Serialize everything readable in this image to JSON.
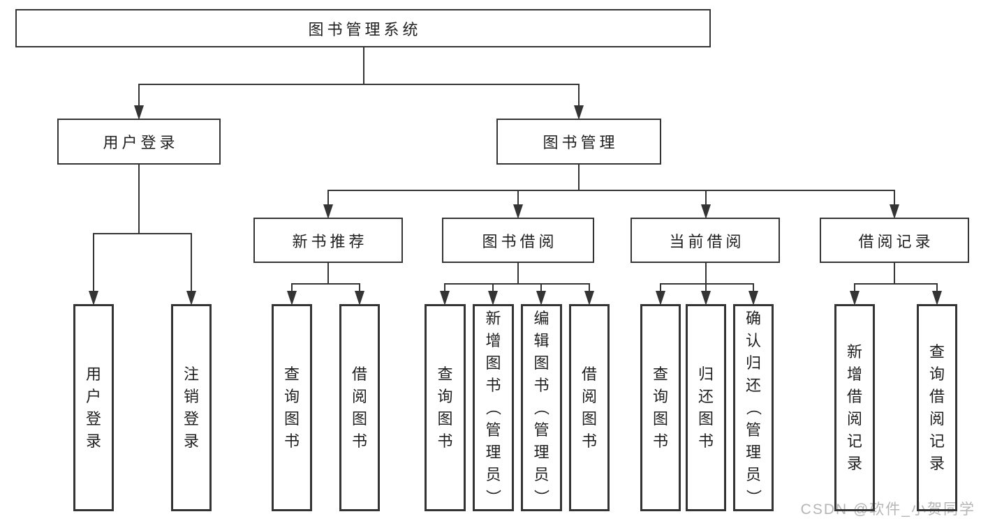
{
  "tree": {
    "root": {
      "label": "图书管理系统"
    },
    "branches": [
      {
        "label": "用户登录",
        "children": [
          {
            "label": "用户登录"
          },
          {
            "label": "注销登录"
          }
        ]
      },
      {
        "label": "图书管理",
        "children": [
          {
            "label": "新书推荐",
            "children": [
              {
                "label": "查询图书"
              },
              {
                "label": "借阅图书"
              }
            ]
          },
          {
            "label": "图书借阅",
            "children": [
              {
                "label": "查询图书"
              },
              {
                "label": "新增图书（管理员）"
              },
              {
                "label": "编辑图书（管理员）"
              },
              {
                "label": "借阅图书"
              }
            ]
          },
          {
            "label": "当前借阅",
            "children": [
              {
                "label": "查询图书"
              },
              {
                "label": "归还图书"
              },
              {
                "label": "确认归还（管理员）"
              }
            ]
          },
          {
            "label": "借阅记录",
            "children": [
              {
                "label": "新增借阅记录"
              },
              {
                "label": "查询借阅记录"
              }
            ]
          }
        ]
      }
    ]
  },
  "watermark": {
    "text": "CSDN @软件_小贺同学"
  },
  "colors": {
    "line": "#343434",
    "text": "#1f1f1f",
    "background": "#ffffff",
    "watermark": "#b5b5b5"
  }
}
